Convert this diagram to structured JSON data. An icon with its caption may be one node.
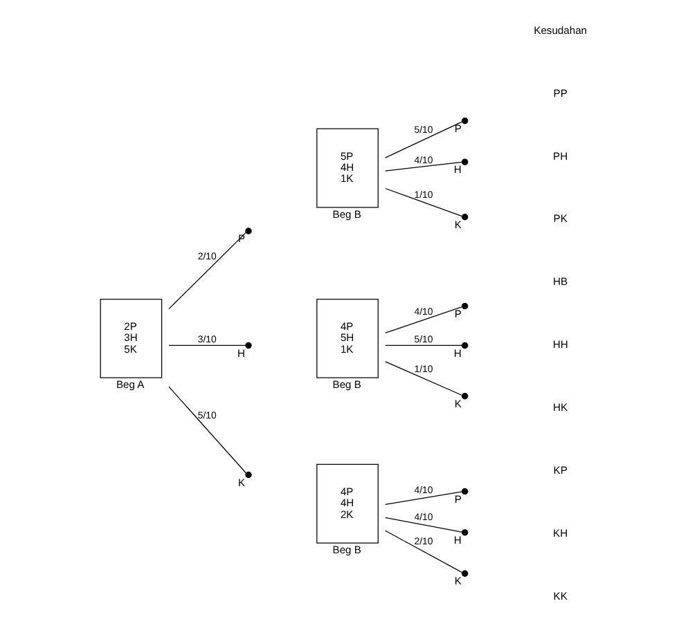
{
  "diagram": {
    "nodes": [
      {
        "text": [
          "2P 3H 5K",
          "Beg A"
        ]
      },
      {
        "text": [],
        "shape": "circle",
        "beside": [
          "P"
        ]
      },
      {
        "text": [],
        "shape": "circle",
        "beside": [
          "H"
        ]
      },
      {
        "text": [],
        "shape": "circle",
        "beside": [
          "K"
        ]
      },
      {
        "text": [
          "5P 4H 1K",
          "Beg B"
        ]
      },
      {
        "text": [
          "4P 5H 1K",
          "Beg B"
        ]
      },
      {
        "text": [
          "4P 4H 2K",
          "Beg B"
        ]
      },
      {
        "text": [],
        "shape": "circle",
        "beside": [
          "P"
        ]
      },
      {
        "text": [],
        "shape": "circle",
        "beside": [
          "H"
        ]
      },
      {
        "text": [],
        "shape": "circle",
        "beside": [
          "K"
        ]
      },
      {
        "text": [],
        "shape": "circle",
        "beside": [
          "P"
        ]
      },
      {
        "text": [],
        "shape": "circle",
        "beside": [
          "H"
        ]
      },
      {
        "text": [],
        "shape": "circle",
        "beside": [
          "K"
        ]
      },
      {
        "text": [],
        "shape": "circle",
        "beside": [
          "P"
        ]
      },
      {
        "text": [],
        "shape": "circle",
        "beside": [
          "H"
        ]
      },
      {
        "text": [],
        "shape": "circle",
        "beside": [
          "K"
        ]
      }
    ],
    "edges": [
      {
        "from": 0,
        "to": 1,
        "arrow": "none",
        "label": "2/10"
      },
      {
        "from": 0,
        "to": 2,
        "arrow": "none",
        "label": "3/10"
      },
      {
        "from": 0,
        "to": 3,
        "arrow": "none",
        "label": "5/10"
      },
      {
        "from": 4,
        "to": 7,
        "arrow": "none",
        "label": "5/10"
      },
      {
        "from": 4,
        "to": 8,
        "arrow": "none",
        "label": "4/10"
      },
      {
        "from": 4,
        "to": 9,
        "arrow": "none",
        "label": "1/10"
      },
      {
        "from": 5,
        "to": 10,
        "arrow": "none",
        "label": "4/10"
      },
      {
        "from": 5,
        "to": 11,
        "arrow": "none",
        "label": "5/10"
      },
      {
        "from": 5,
        "to": 12,
        "arrow": "none",
        "label": "1/10"
      },
      {
        "from": 6,
        "to": 13,
        "arrow": "none",
        "label": "4/10"
      },
      {
        "from": 6,
        "to": 14,
        "arrow": "none",
        "label": "4/10"
      },
      {
        "from": 6,
        "to": 15,
        "arrow": "none",
        "label": "2/10"
      }
    ],
    "labels": [
      "Kesudahan",
      "PP",
      "PH",
      "PK",
      "HB",
      "HH",
      "HK",
      "KP",
      "KH",
      "KK"
    ]
  }
}
